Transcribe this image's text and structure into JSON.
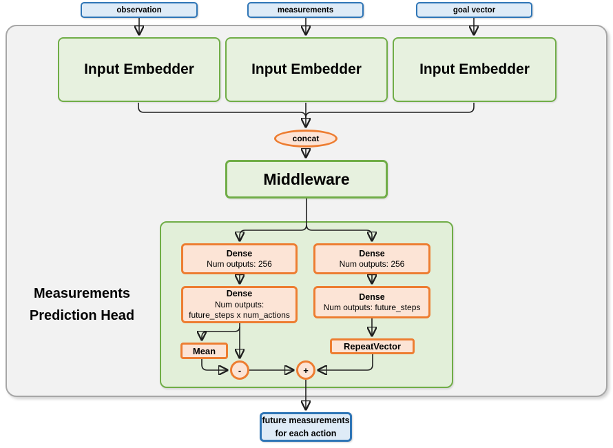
{
  "inputs": [
    {
      "label": "observation"
    },
    {
      "label": "measurements"
    },
    {
      "label": "goal vector"
    }
  ],
  "embedders": [
    "Input Embedder",
    "Input Embedder",
    "Input Embedder"
  ],
  "concat": {
    "label": "concat"
  },
  "middleware": {
    "label": "Middleware"
  },
  "head": {
    "title_line1": "Measurements",
    "title_line2": "Prediction Head",
    "left": [
      {
        "title": "Dense",
        "line1": "Num outputs: 256"
      },
      {
        "title": "Dense",
        "line1": "Num outputs:",
        "line2": "future_steps x num_actions"
      }
    ],
    "right": [
      {
        "title": "Dense",
        "line1": "Num outputs: 256"
      },
      {
        "title": "Dense",
        "line1": "Num outputs: future_steps"
      }
    ],
    "mean_label": "Mean",
    "repeat_label": "RepeatVector",
    "minus_label": "-",
    "plus_label": "+"
  },
  "output": {
    "line1": "future measurements",
    "line2": "for each action"
  },
  "colors": {
    "blue_border": "#2E75B6",
    "blue_fill": "#DEEBF7",
    "green_border": "#70AD47",
    "green_fill": "#E7F1DF",
    "green_panel_fill": "#E2EFD9",
    "orange_border": "#ED7D31",
    "orange_fill": "#FCE4D6",
    "gray_fill": "#F2F2F2",
    "gray_border": "#A6A6A6",
    "line_color": "#1f1f1f"
  }
}
